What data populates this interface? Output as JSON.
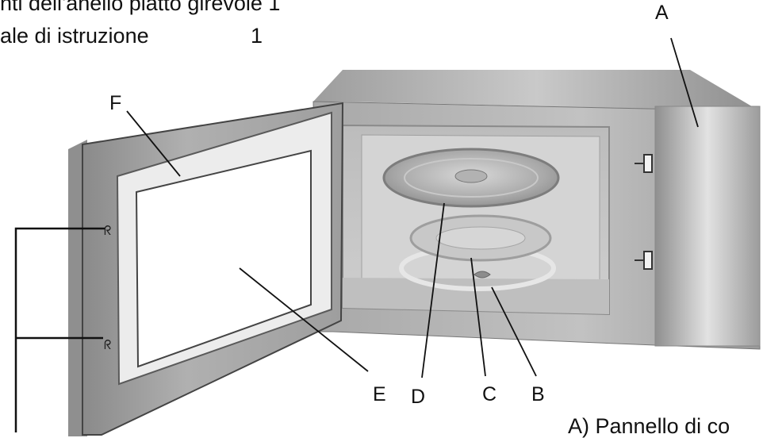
{
  "header_lines": [
    "nti dell'anello piatto girevole 1",
    "ale di istruzione",
    "1"
  ],
  "labels": {
    "A": "A",
    "B": "B",
    "C": "C",
    "D": "D",
    "E": "E",
    "F": "F"
  },
  "legend_first_line": "A) Pannello di co"
}
